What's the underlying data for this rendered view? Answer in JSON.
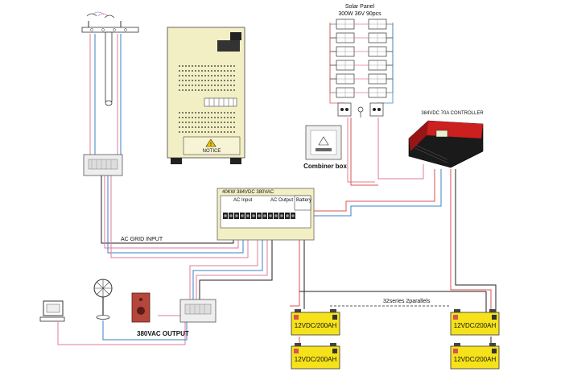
{
  "labels": {
    "solar_panel_title": "Solar Panel",
    "solar_panel_spec": "300W 36V 90pcs",
    "controller": "384VDC 70A CONTROLLER",
    "combiner_box": "Combiner box",
    "inverter_name": "40KW 384VDC 380VAC",
    "ac_input": "AC Input",
    "ac_output": "AC Output",
    "battery_group": "Battery",
    "ac_grid_input": "AC GRID INPUT",
    "ac_output_380": "380VAC OUTPUT",
    "batteries_config": "32series 2parallels",
    "notice": "NOTICE"
  },
  "batteries": [
    "12VDC/200AH",
    "12VDC/200AH",
    "12VDC/200AH",
    "12VDC/200AH"
  ],
  "colors": {
    "wire_red": "#d9534f",
    "wire_blue": "#3b82c4",
    "wire_pink": "#e07b9a",
    "wire_black": "#222222",
    "battery_yellow": "#f6e21a",
    "cabinet": "#f3efc4",
    "controller_red": "#cc1f1f"
  },
  "icons": [
    "utility-pole-icon",
    "fan-icon",
    "speaker-icon",
    "computer-icon",
    "warning-icon"
  ]
}
